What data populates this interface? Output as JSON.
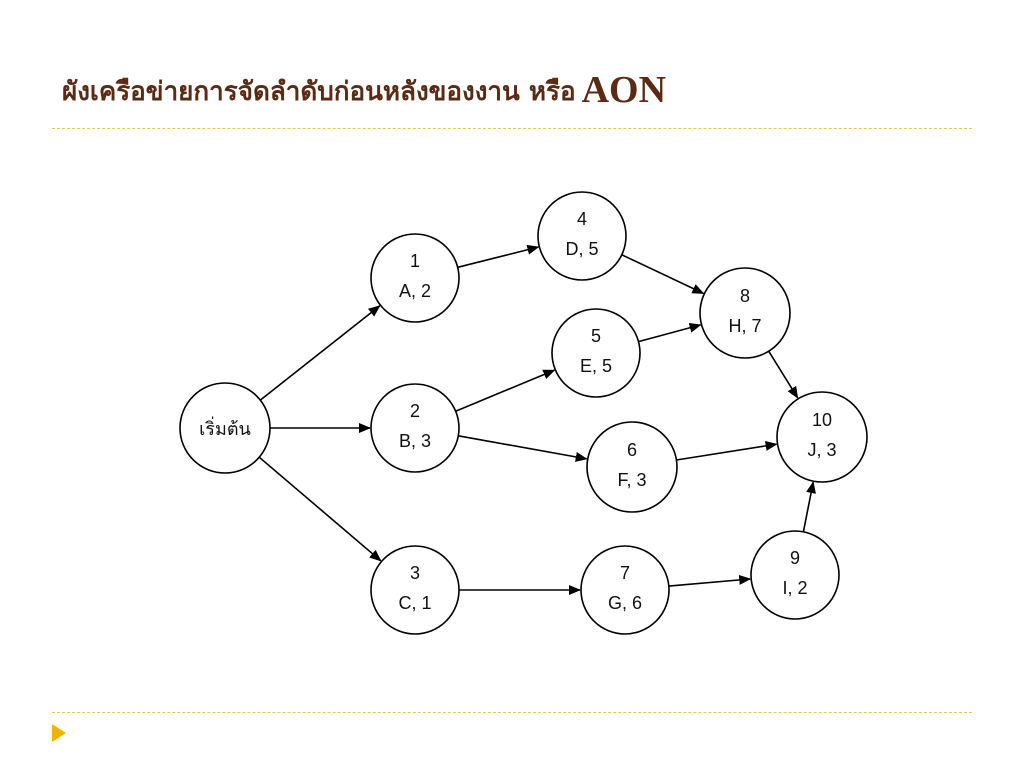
{
  "title": {
    "main": "ผังเครือข่ายการจัดลำดับก่อนหลังของงาน หรือ",
    "accent": "AON"
  },
  "diagram": {
    "nodes": [
      {
        "id": "start",
        "label": "เริ่มต้น"
      },
      {
        "id": "n1",
        "number": "1",
        "activity": "A, 2"
      },
      {
        "id": "n2",
        "number": "2",
        "activity": "B, 3"
      },
      {
        "id": "n3",
        "number": "3",
        "activity": "C, 1"
      },
      {
        "id": "n4",
        "number": "4",
        "activity": "D, 5"
      },
      {
        "id": "n5",
        "number": "5",
        "activity": "E, 5"
      },
      {
        "id": "n6",
        "number": "6",
        "activity": "F, 3"
      },
      {
        "id": "n7",
        "number": "7",
        "activity": "G, 6"
      },
      {
        "id": "n8",
        "number": "8",
        "activity": "H, 7"
      },
      {
        "id": "n9",
        "number": "9",
        "activity": "I, 2"
      },
      {
        "id": "n10",
        "number": "10",
        "activity": "J, 3"
      }
    ],
    "edges": [
      {
        "from": "start",
        "to": "n1"
      },
      {
        "from": "start",
        "to": "n2"
      },
      {
        "from": "start",
        "to": "n3"
      },
      {
        "from": "n1",
        "to": "n4"
      },
      {
        "from": "n2",
        "to": "n5"
      },
      {
        "from": "n2",
        "to": "n6"
      },
      {
        "from": "n3",
        "to": "n7"
      },
      {
        "from": "n4",
        "to": "n8"
      },
      {
        "from": "n5",
        "to": "n8"
      },
      {
        "from": "n6",
        "to": "n10"
      },
      {
        "from": "n7",
        "to": "n9"
      },
      {
        "from": "n8",
        "to": "n10"
      },
      {
        "from": "n9",
        "to": "n10"
      }
    ]
  }
}
